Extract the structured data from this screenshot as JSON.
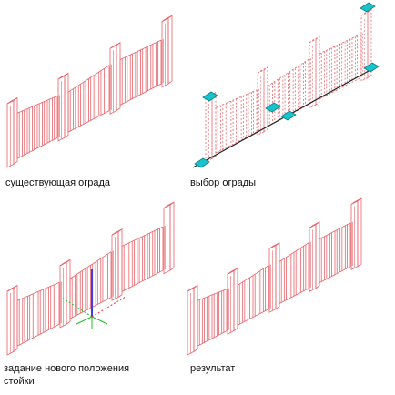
{
  "panels": [
    {
      "id": "existing",
      "caption": "существующая ограда"
    },
    {
      "id": "selection",
      "caption": "выбор ограды"
    },
    {
      "id": "new-position",
      "caption_line1": "задание нового положения",
      "caption_line2": "стойки"
    },
    {
      "id": "result",
      "caption": "результат"
    }
  ],
  "colors": {
    "fence_line": "#e8636a",
    "grip": "#19c3cc",
    "grip_edge": "#0a7f85",
    "axis_blue": "#3b3bff",
    "axis_green": "#1fbf2a",
    "axis_red": "#ff3030",
    "baseline": "#222222"
  }
}
